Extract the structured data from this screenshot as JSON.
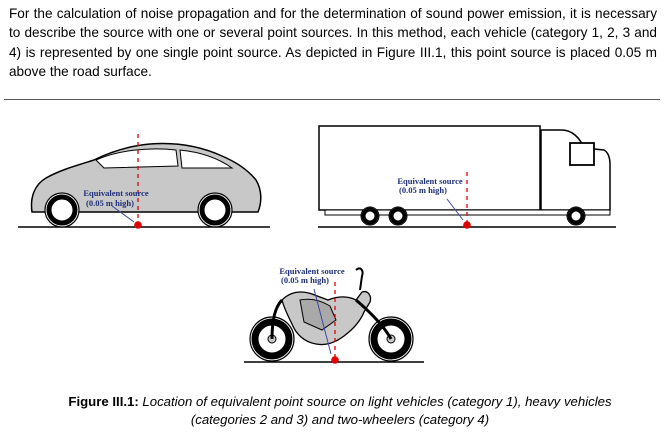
{
  "paragraph": "For the calculation of noise propagation and for the determination of sound power emission, it is necessary to describe the source with one or several point sources. In this method, each vehicle (category 1, 2, 3 and 4) is represented by one single point source. As depicted in Figure III.1, this point source is placed 0.05 m above the road surface.",
  "figure": {
    "label_line1": "Equivalent source",
    "label_line2": "(0.05 m high)",
    "caption_label": "Figure III.1:",
    "caption_text": "Location of equivalent point source on light vehicles (category 1), heavy vehicles (categories 2 and 3) and two-wheelers (category 4)"
  },
  "colors": {
    "vehicle_fill": "#c8c8c8",
    "source_marker": "#e00000",
    "label_text": "#1f2f7a"
  }
}
